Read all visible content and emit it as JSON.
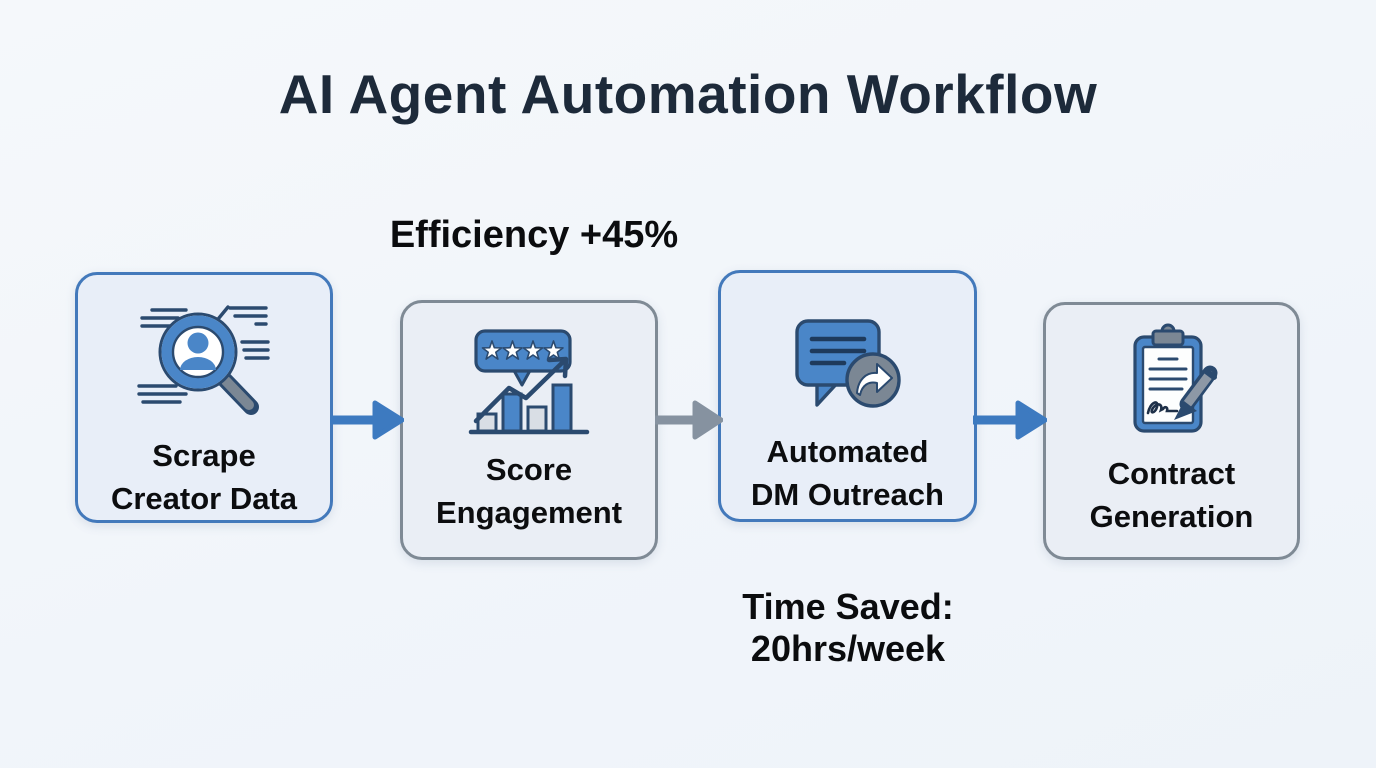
{
  "title": "AI Agent Automation Workflow",
  "annotations": {
    "efficiency": "Efficiency +45%",
    "time_saved": {
      "line1": "Time Saved:",
      "line2": "20hrs/week"
    }
  },
  "steps": [
    {
      "line1": "Scrape",
      "line2": "Creator Data",
      "icon": "magnifier-profile-icon",
      "border_color": "#4379bb"
    },
    {
      "line1": "Score",
      "line2": "Engagement",
      "icon": "star-rating-chart-icon",
      "border_color": "#7f8a95"
    },
    {
      "line1": "Automated",
      "line2": "DM Outreach",
      "icon": "chat-share-icon",
      "border_color": "#4379bb"
    },
    {
      "line1": "Contract",
      "line2": "Generation",
      "icon": "clipboard-signature-icon",
      "border_color": "#7f8a95"
    }
  ],
  "arrows": [
    {
      "from": "Scrape Creator Data",
      "to": "Score Engagement",
      "color": "#3d7ac0"
    },
    {
      "from": "Score Engagement",
      "to": "Automated DM Outreach",
      "color": "#8692a0"
    },
    {
      "from": "Automated DM Outreach",
      "to": "Contract Generation",
      "color": "#3d7ac0"
    }
  ],
  "colors": {
    "background": "#f3f6fa",
    "title_text": "#1d2a3a",
    "body_text": "#0c0d0f",
    "blue_border": "#4379bb",
    "gray_border": "#7f8a95",
    "box_fill": "#e9eef7",
    "icon_blue": "#4a86c8",
    "icon_outline": "#2b4a6f",
    "icon_gray": "#7b8794",
    "blue_arrow": "#3d7ac0",
    "gray_arrow": "#8692a0"
  }
}
